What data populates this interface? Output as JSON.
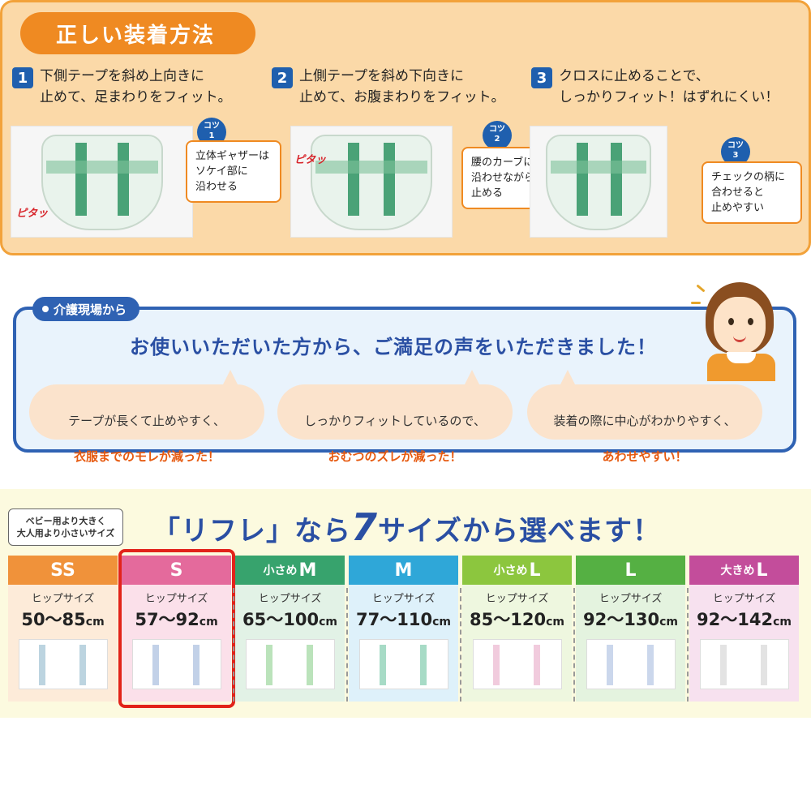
{
  "fitting": {
    "title": "正しい装着方法",
    "steps": [
      {
        "num": "1",
        "text": "下側テープを斜め上向きに\n止めて、足まわりをフィット。"
      },
      {
        "num": "2",
        "text": "上側テープを斜め下向きに\n止めて、お腹まわりをフィット。"
      },
      {
        "num": "3",
        "text": "クロスに止めることで、\nしっかりフィット！はずれにくい！"
      }
    ],
    "tips": [
      {
        "badge": "コツ\n1",
        "text": "立体ギャザーは\nソケイ部に\n沿わせる"
      },
      {
        "badge": "コツ\n2",
        "text": "腰のカーブに\n沿わせながら\n止める"
      },
      {
        "badge": "コツ\n3",
        "text": "チェックの柄に\n合わせると\n止めやすい"
      }
    ],
    "hitatsu": "ピタッ"
  },
  "care_site": {
    "tag": "介護現場から",
    "headline": "お使いいただいた方から、ご満足の声をいただきました！",
    "voices": [
      {
        "line1": "テープが長くて止めやすく、",
        "line2": "衣服までのモレが減った！"
      },
      {
        "line1": "しっかりフィットしているので、",
        "line2": "おむつのズレが減った！"
      },
      {
        "line1": "装着の際に中心がわかりやすく、",
        "line2": "あわせやすい！"
      }
    ]
  },
  "sizes": {
    "note": "ベビー用より大きく\n大人用より小さいサイズ",
    "headline_pre": "「リフレ」なら",
    "headline_num": "7",
    "headline_post": "サイズから選べます！",
    "hip_label": "ヒップサイズ",
    "unit": "cm",
    "selected": "S",
    "items": [
      {
        "prefix": "",
        "name": "SS",
        "range": "50〜85",
        "color": "#f0923a",
        "bg": "#fdebd9",
        "line": "#8fb8cc"
      },
      {
        "prefix": "",
        "name": "S",
        "range": "57〜92",
        "color": "#e46a9c",
        "bg": "#fbe0ea",
        "line": "#9ab3d8"
      },
      {
        "prefix": "小さめ",
        "name": "M",
        "range": "65〜100",
        "color": "#37a36d",
        "bg": "#e2f2e6",
        "line": "#8ed18e"
      },
      {
        "prefix": "",
        "name": "M",
        "range": "77〜110",
        "color": "#2fa7d8",
        "bg": "#def1fa",
        "line": "#6cc3a0"
      },
      {
        "prefix": "小さめ",
        "name": "L",
        "range": "85〜120",
        "color": "#8cc63e",
        "bg": "#eef7df",
        "line": "#e7a8c6"
      },
      {
        "prefix": "",
        "name": "L",
        "range": "92〜130",
        "color": "#55b043",
        "bg": "#e4f3df",
        "line": "#a9bde0"
      },
      {
        "prefix": "大きめ",
        "name": "L",
        "range": "92〜142",
        "color": "#c34d9b",
        "bg": "#f7e1ef",
        "line": "#d0d0d0"
      }
    ]
  }
}
